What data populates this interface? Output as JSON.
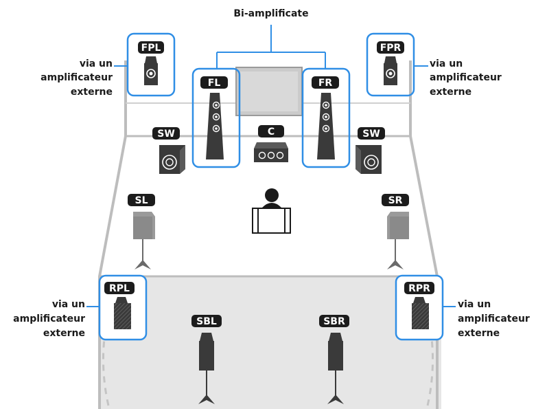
{
  "title": "Bi-amplificate",
  "note_line1": "via un",
  "note_line2": "amplificateur",
  "note_line3": "externe",
  "colors": {
    "highlight": "#2f8ee5",
    "room_wall": "#bdbdbd",
    "floor": "#e6e6e6",
    "speaker_dark": "#3a3a3a",
    "label_bg": "#1c1c1c"
  },
  "speakers": {
    "fpl": "FPL",
    "fpr": "FPR",
    "fl": "FL",
    "fr": "FR",
    "c": "C",
    "sw_left": "SW",
    "sw_right": "SW",
    "sl": "SL",
    "sr": "SR",
    "rpl": "RPL",
    "rpr": "RPR",
    "sbl": "SBL",
    "sbr": "SBR"
  }
}
